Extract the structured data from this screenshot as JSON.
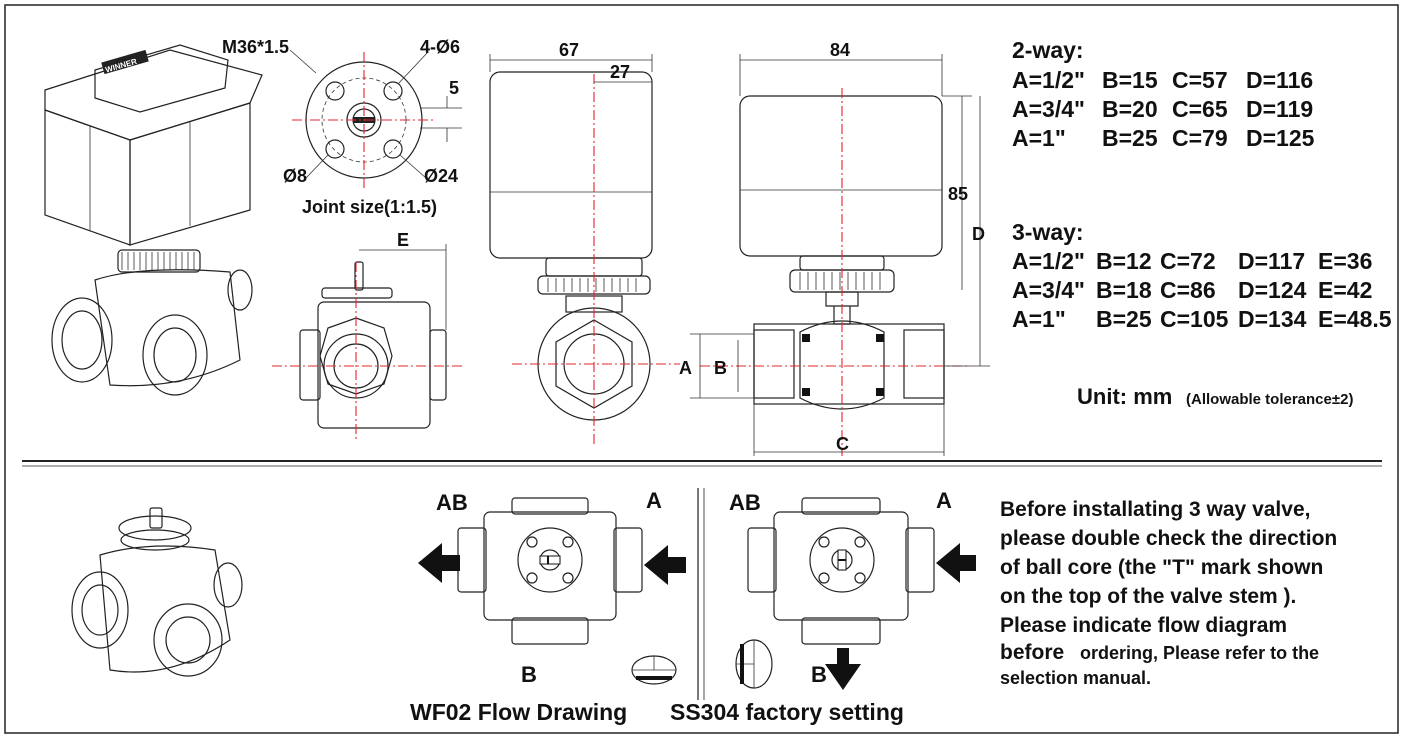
{
  "top": {
    "joint": {
      "thread_label": "M36*1.5",
      "holes_label": "4-Ø6",
      "offset_label": "5",
      "pin_label": "Ø8",
      "circle_label": "Ø24",
      "caption": "Joint size(1:1.5)"
    },
    "front_dims": {
      "width": "67",
      "half": "27"
    },
    "side_dims": {
      "width": "84",
      "height": "85",
      "d": "D",
      "a": "A",
      "b": "B",
      "c": "C"
    },
    "three_way_front_dims": {
      "e": "E"
    },
    "brand_mark": "WINNER"
  },
  "specs": {
    "two_way": {
      "title": "2-way:",
      "rows": [
        [
          "A=1/2\"",
          "B=15",
          "C=57",
          "D=116"
        ],
        [
          "A=3/4\"",
          "B=20",
          "C=65",
          "D=119"
        ],
        [
          "A=1\"",
          "B=25",
          "C=79",
          "D=125"
        ]
      ]
    },
    "three_way": {
      "title": "3-way:",
      "rows": [
        [
          "A=1/2\"",
          "B=12",
          "C=72",
          "D=117",
          "E=36"
        ],
        [
          "A=3/4\"",
          "B=18",
          "C=86",
          "D=124",
          "E=42"
        ],
        [
          "A=1\"",
          "B=25",
          "C=105",
          "D=134",
          "E=48.5"
        ]
      ]
    },
    "unit": "Unit: mm",
    "tolerance": "(Allowable tolerance±2)"
  },
  "bottom": {
    "left_diagram": {
      "ab": "AB",
      "a": "A",
      "b": "B",
      "caption": "WF02 Flow Drawing"
    },
    "right_diagram": {
      "ab": "AB",
      "a": "A",
      "b": "B",
      "caption": "SS304 factory setting"
    },
    "instructions": [
      "Before installating 3 way valve,",
      "please double check the direction",
      "of ball core (the \"T\" mark shown",
      "on the top of the valve  stem ).",
      "Please indicate flow diagram",
      "before",
      "ordering, Please refer to the",
      "selection manual."
    ]
  }
}
